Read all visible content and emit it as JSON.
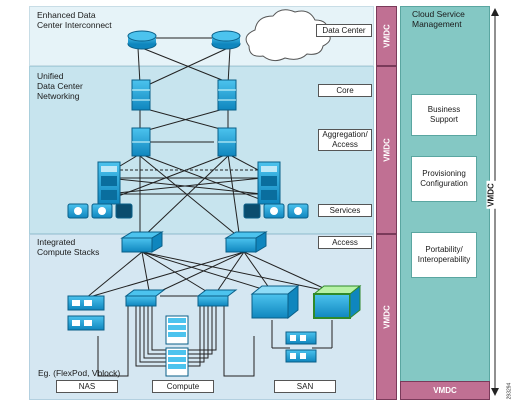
{
  "sections": [
    {
      "title_line1": "Enhanced Data",
      "title_line2": "Center Interconnect"
    },
    {
      "title_line1": "Unified",
      "title_line2": "Data Center",
      "title_line3": "Networking"
    },
    {
      "title_line1": "Integrated",
      "title_line2": "Compute Stacks"
    }
  ],
  "layer_tags": {
    "data_center": "Data Center",
    "core": "Core",
    "aggregation_line1": "Aggregation/",
    "aggregation_line2": "Access",
    "services": "Services",
    "access": "Access"
  },
  "example_label": "Eg. (FlexPod, Vblock)",
  "bottom_tags": {
    "nas": "NAS",
    "compute": "Compute",
    "san": "SAN"
  },
  "vmdc_bar_label": "VMDC",
  "management": {
    "title_line1": "Cloud Service",
    "title_line2": "Management",
    "boxes": [
      {
        "line1": "Business",
        "line2": "Support"
      },
      {
        "line1": "Provisioning",
        "line2": "Configuration"
      },
      {
        "line1": "Portability/",
        "line2": "Interoperability"
      }
    ],
    "bottom_label": "VMDC"
  },
  "side_label": "VMDC",
  "figure_id": "293294",
  "colors": {
    "band_top": "#e6f3f8",
    "band_mid": "#c7e4ee",
    "band_bottom": "#d5e7f2",
    "device": "#1aa3d9",
    "vmdc_bar": "#c07093",
    "management": "#84c8c4"
  }
}
